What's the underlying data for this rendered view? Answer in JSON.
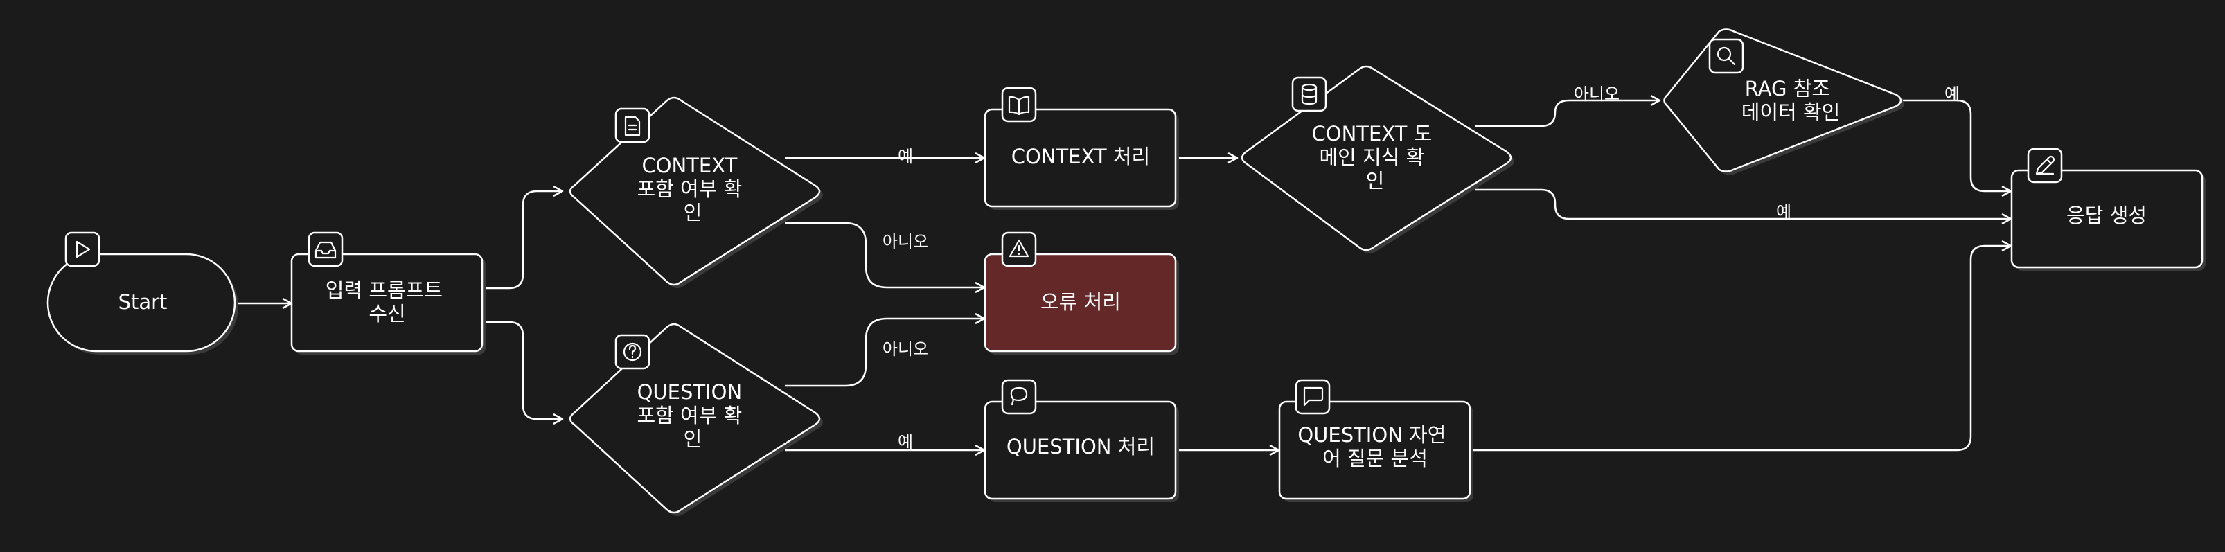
{
  "colors": {
    "background": "#1b1b1b",
    "node_fill": "#1b1b1b",
    "stroke": "#ffffff",
    "error_fill": "#652828",
    "shadow": "#3a3a3a"
  },
  "nodes": {
    "start": {
      "lines": [
        "Start"
      ],
      "icon": "play-icon"
    },
    "input": {
      "lines": [
        "입력 프롬프트",
        "수신"
      ],
      "icon": "inbox-icon"
    },
    "context_check": {
      "lines": [
        "CONTEXT",
        "포함 여부 확",
        "인"
      ],
      "icon": "document-icon"
    },
    "question_check": {
      "lines": [
        "QUESTION",
        "포함 여부 확",
        "인"
      ],
      "icon": "help-circle-icon"
    },
    "context_process": {
      "lines": [
        "CONTEXT 처리"
      ],
      "icon": "book-icon"
    },
    "error": {
      "lines": [
        "오류 처리"
      ],
      "icon": "warning-icon"
    },
    "question_process": {
      "lines": [
        "QUESTION 처리"
      ],
      "icon": "chat-bubble-icon"
    },
    "domain_check": {
      "lines": [
        "CONTEXT 도",
        "메인 지식 확",
        "인"
      ],
      "icon": "database-icon"
    },
    "rag_check": {
      "lines": [
        "RAG 참조",
        "데이터 확인"
      ],
      "icon": "search-icon"
    },
    "question_analysis": {
      "lines": [
        "QUESTION 자연",
        "어 질문 분석"
      ],
      "icon": "message-square-icon"
    },
    "response": {
      "lines": [
        "응답 생성"
      ],
      "icon": "pencil-icon"
    }
  },
  "edge_labels": {
    "context_yes": "예",
    "context_no": "아니오",
    "question_no": "아니오",
    "question_yes": "예",
    "domain_no": "아니오",
    "domain_yes": "예",
    "rag_yes": "예"
  }
}
